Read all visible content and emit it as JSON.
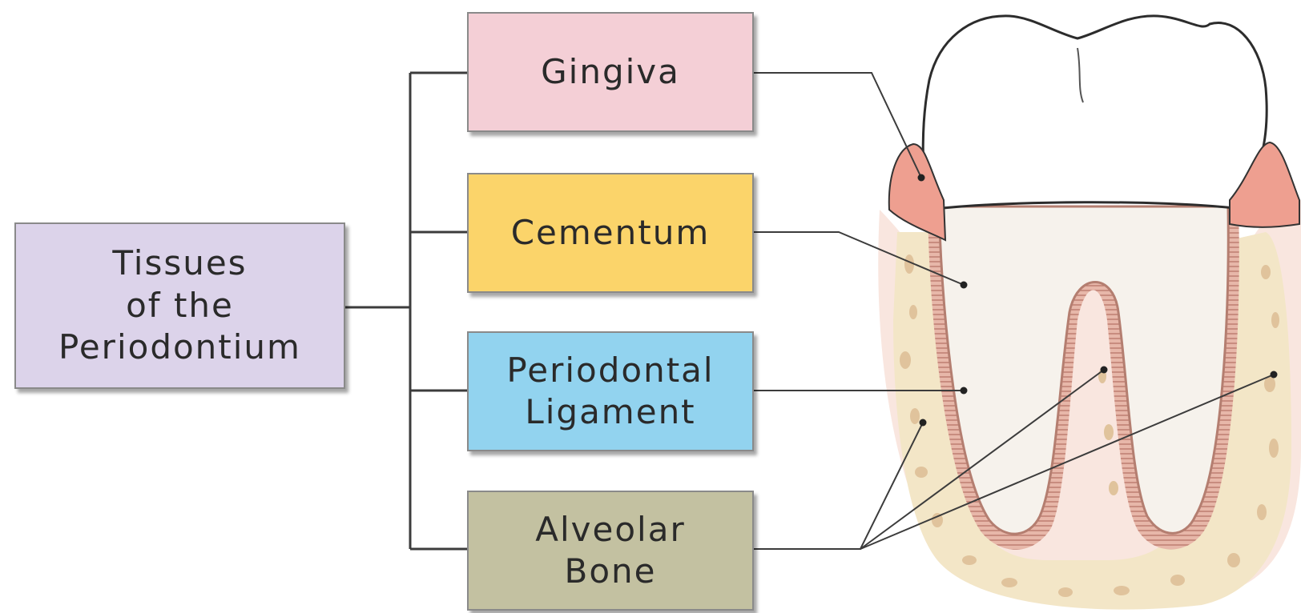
{
  "root": {
    "label": "Tissues\nof the\nPeriodontium",
    "color": "#dcd3ea"
  },
  "tissues": [
    {
      "label": "Gingiva",
      "color": "#f4cfd6"
    },
    {
      "label": "Cementum",
      "color": "#fbd46a"
    },
    {
      "label": "Periodontal\nLigament",
      "color": "#92d3ef"
    },
    {
      "label": "Alveolar\nBone",
      "color": "#c3c1a1"
    }
  ]
}
